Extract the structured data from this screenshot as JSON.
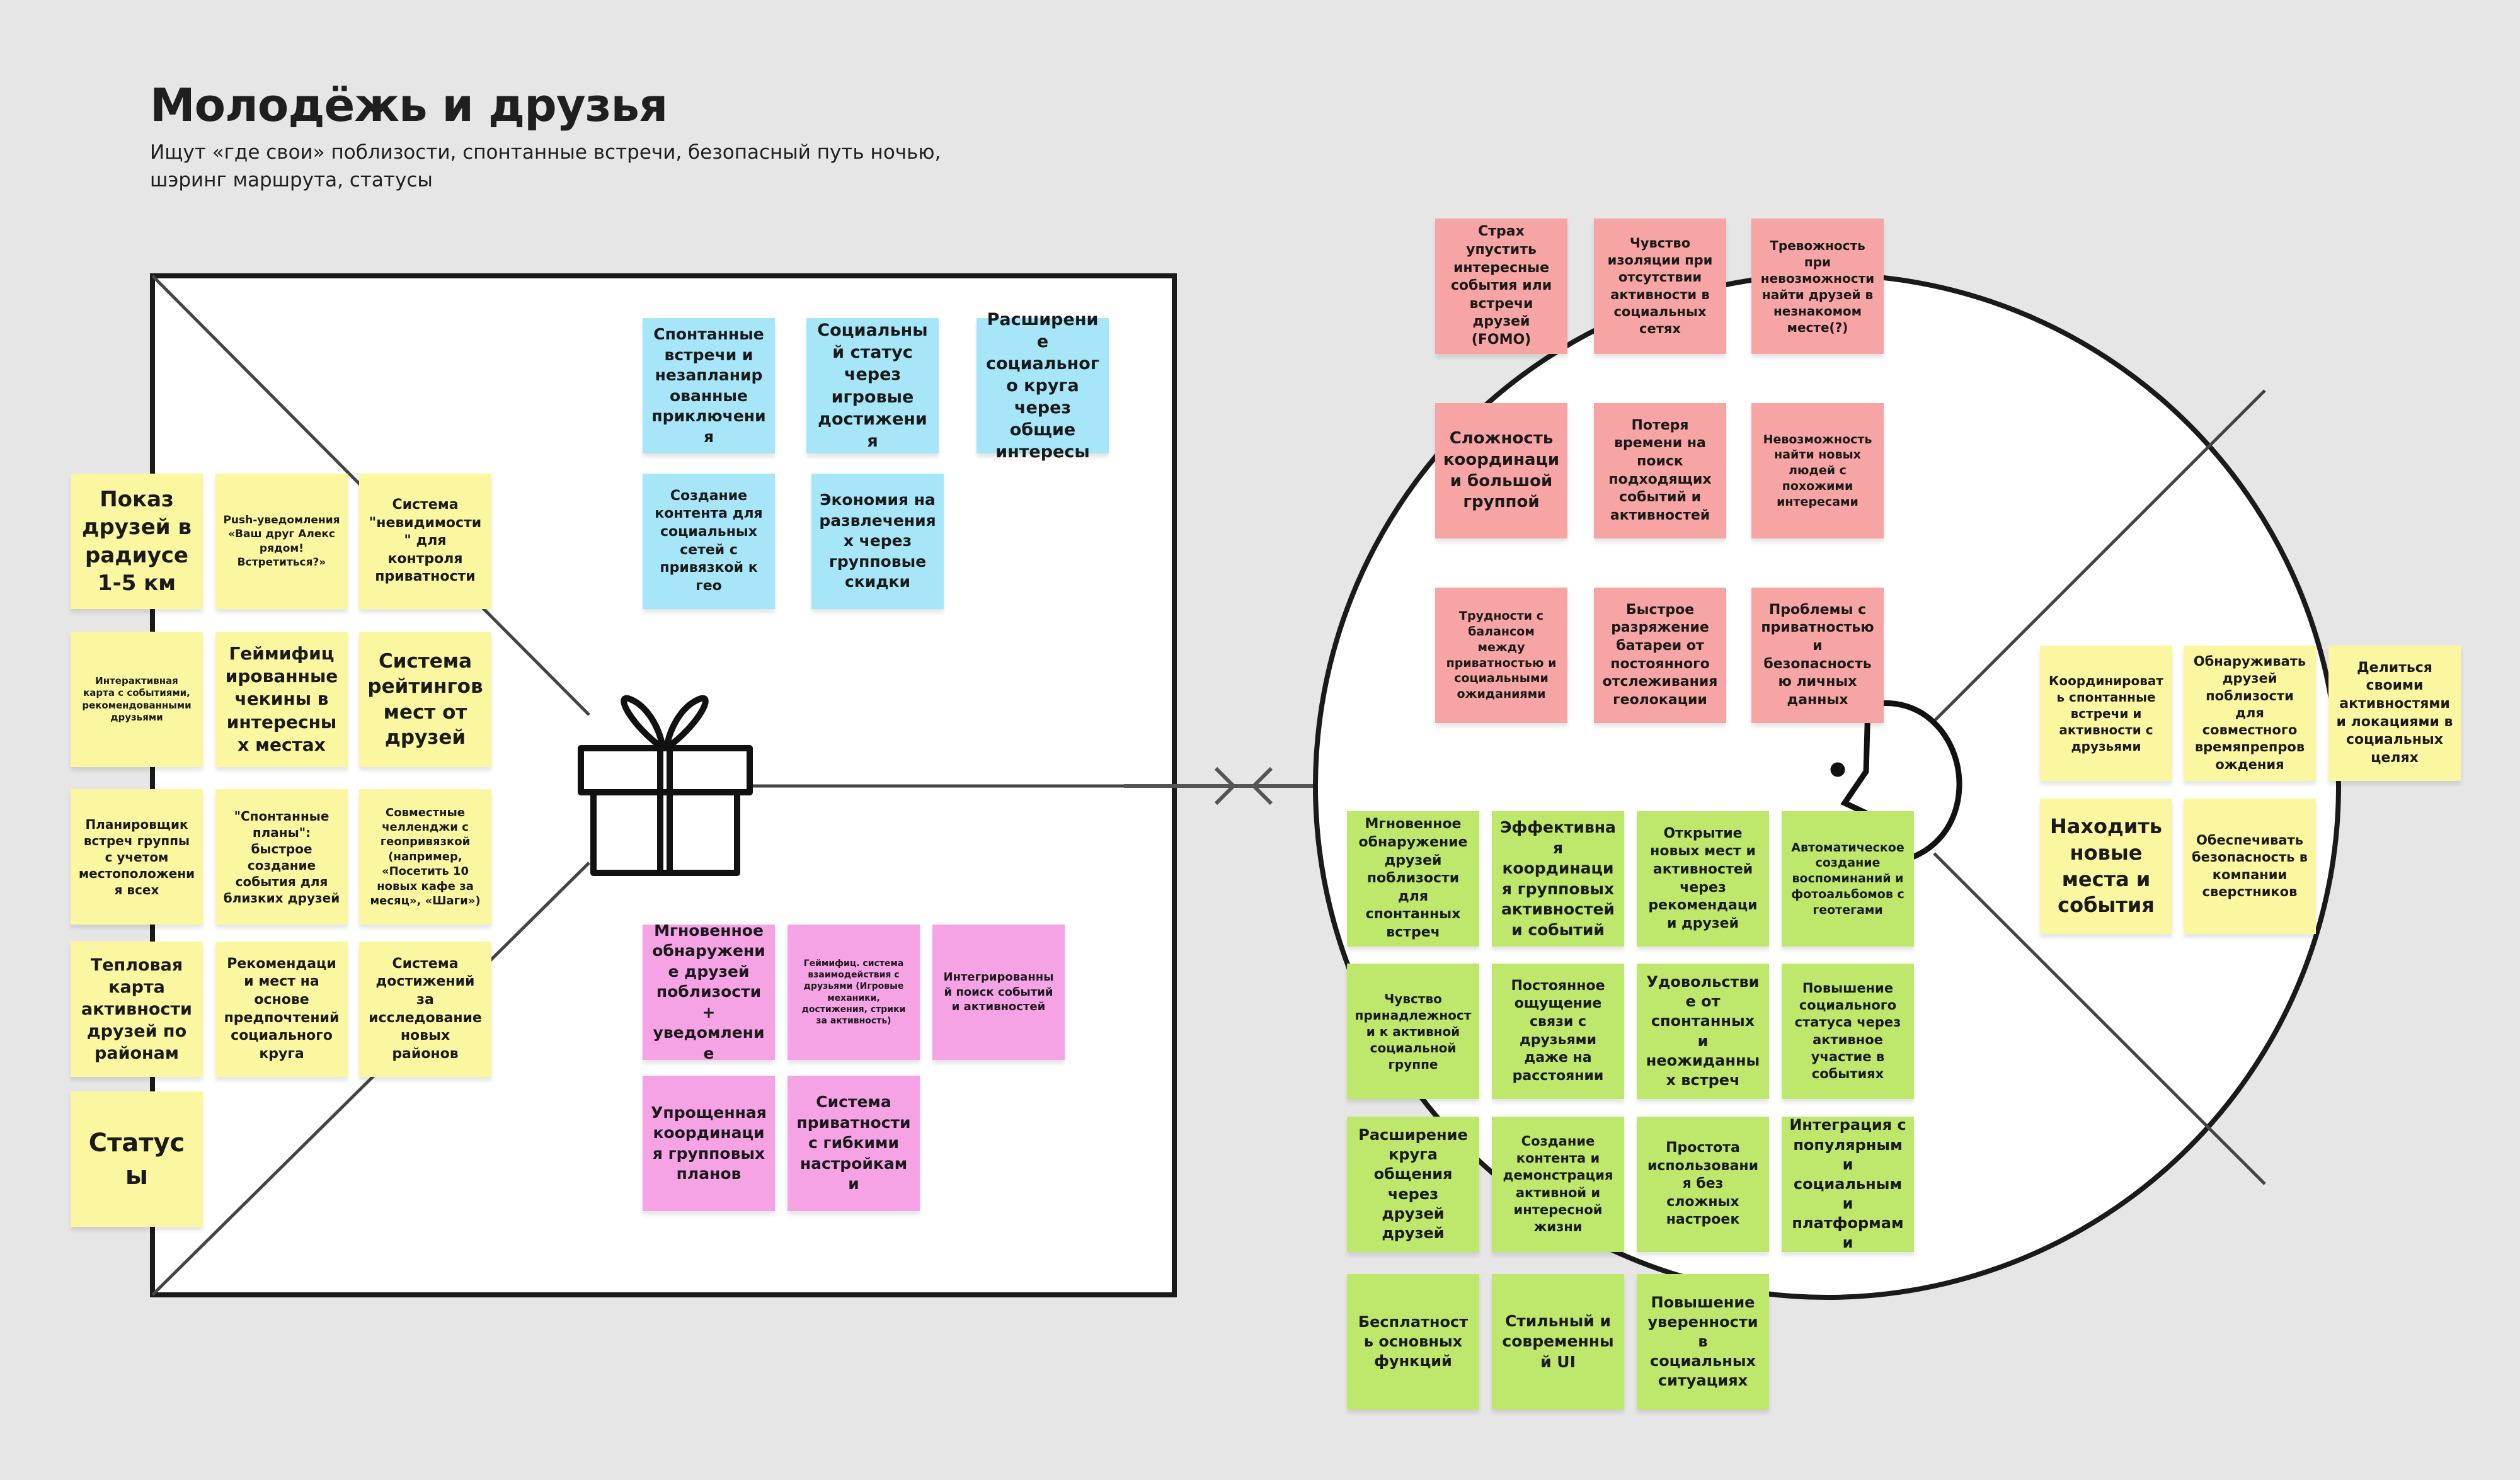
{
  "header": {
    "title": "Молодёжь и друзья",
    "subtitle": "Ищут «где свои» поблизости, спонтанные встречи, безопасный путь ночью, шэринг маршрута, статусы"
  },
  "colors": {
    "yellow": "#fbf7a0",
    "blue": "#a7e6f8",
    "pink": "#f6a3e6",
    "red": "#f6a4a4",
    "green": "#bde86c"
  },
  "icons": {
    "value_map": "gift-icon",
    "customer_profile": "face-profile-icon",
    "connector": "double-arrow-icon"
  },
  "value_map": {
    "products_services": [
      "Показ друзей в радиусе 1-5 км",
      "Push-уведомления «Ваш друг Алекс рядом! Встретиться?»",
      "Система \"невидимости\" для контроля приватности",
      "Интерактивная карта с событиями, рекомендованными друзьями",
      "Геймифицированные чекины в интересных местах",
      "Система рейтингов мест от друзей",
      "Планировщик встреч группы с учетом местоположения всех",
      "\"Спонтанные планы\": быстрое создание события для близких друзей",
      "Совместные челленджи с геопривязкой (например, «Посетить 10 новых кафе за месяц», «Шаги»)",
      "Тепловая карта активности друзей по районам",
      "Рекомендации мест на основе предпочтений социального круга",
      "Система достижений за исследование новых районов",
      "Статусы"
    ],
    "gain_creators": [
      "Спонтанные встречи и незапланированные приключения",
      "Социальный статус через игровые достижения",
      "Расширение социального круга через общие интересы",
      "Создание контента для социальных сетей с привязкой к гео",
      "Экономия на развлечениях через групповые скидки"
    ],
    "pain_relievers": [
      "Мгновенное обнаружение друзей поблизости+ уведомление",
      "Геймифиц. система взаимодействия с друзьями (Игровые механики, достижения, стрики за активность)",
      "Интегрированный поиск событий и активностей",
      "Упрощенная координация групповых планов",
      "Система приватности с гибкими настройками"
    ]
  },
  "customer_profile": {
    "pains": [
      "Страх упустить интересные события или встречи друзей (FOMO)",
      "Чувство изоляции при отсутствии активности в социальных сетях",
      "Тревожность при невозможности найти друзей в незнакомом месте(?)",
      "Сложность координации большой группой",
      "Потеря времени на поиск подходящих событий и активностей",
      "Невозможность найти новых людей с похожими интересами",
      "Трудности с балансом между приватностью и социальными ожиданиями",
      "Быстрое разряжение батареи от постоянного отслеживания геолокации",
      "Проблемы с приватностью и безопасностью личных данных"
    ],
    "customer_jobs": [
      "Координировать спонтанные встречи и активности с друзьями",
      "Обнаруживать друзей поблизости для совместного времяпрепровождения",
      "Делиться своими активностями и локациями в социальных целях",
      "Находить новые места и события",
      "Обеспечивать безопасность в компании сверстников"
    ],
    "gains": [
      "Мгновенное обнаружение друзей поблизости для спонтанных встреч",
      "Эффективная координация групповых активностей и событий",
      "Открытие новых мест и активностей через рекомендации друзей",
      "Автоматическое создание воспоминаний и фотоальбомов с геотегами",
      "Чувство принадлежности к активной социальной группе",
      "Постоянное ощущение связи с друзьями даже на расстоянии",
      "Удовольствие от спонтанных и неожиданных встреч",
      "Повышение социального статуса через активное участие в событиях",
      "Расширение круга общения через друзей друзей",
      "Создание контента и демонстрация активной и интересной жизни",
      "Простота использования без сложных настроек",
      "Интеграция с популярными социальными платформами",
      "Бесплатность основных функций",
      "Стильный и современный UI",
      "Повышение уверенности в социальных ситуациях"
    ]
  }
}
